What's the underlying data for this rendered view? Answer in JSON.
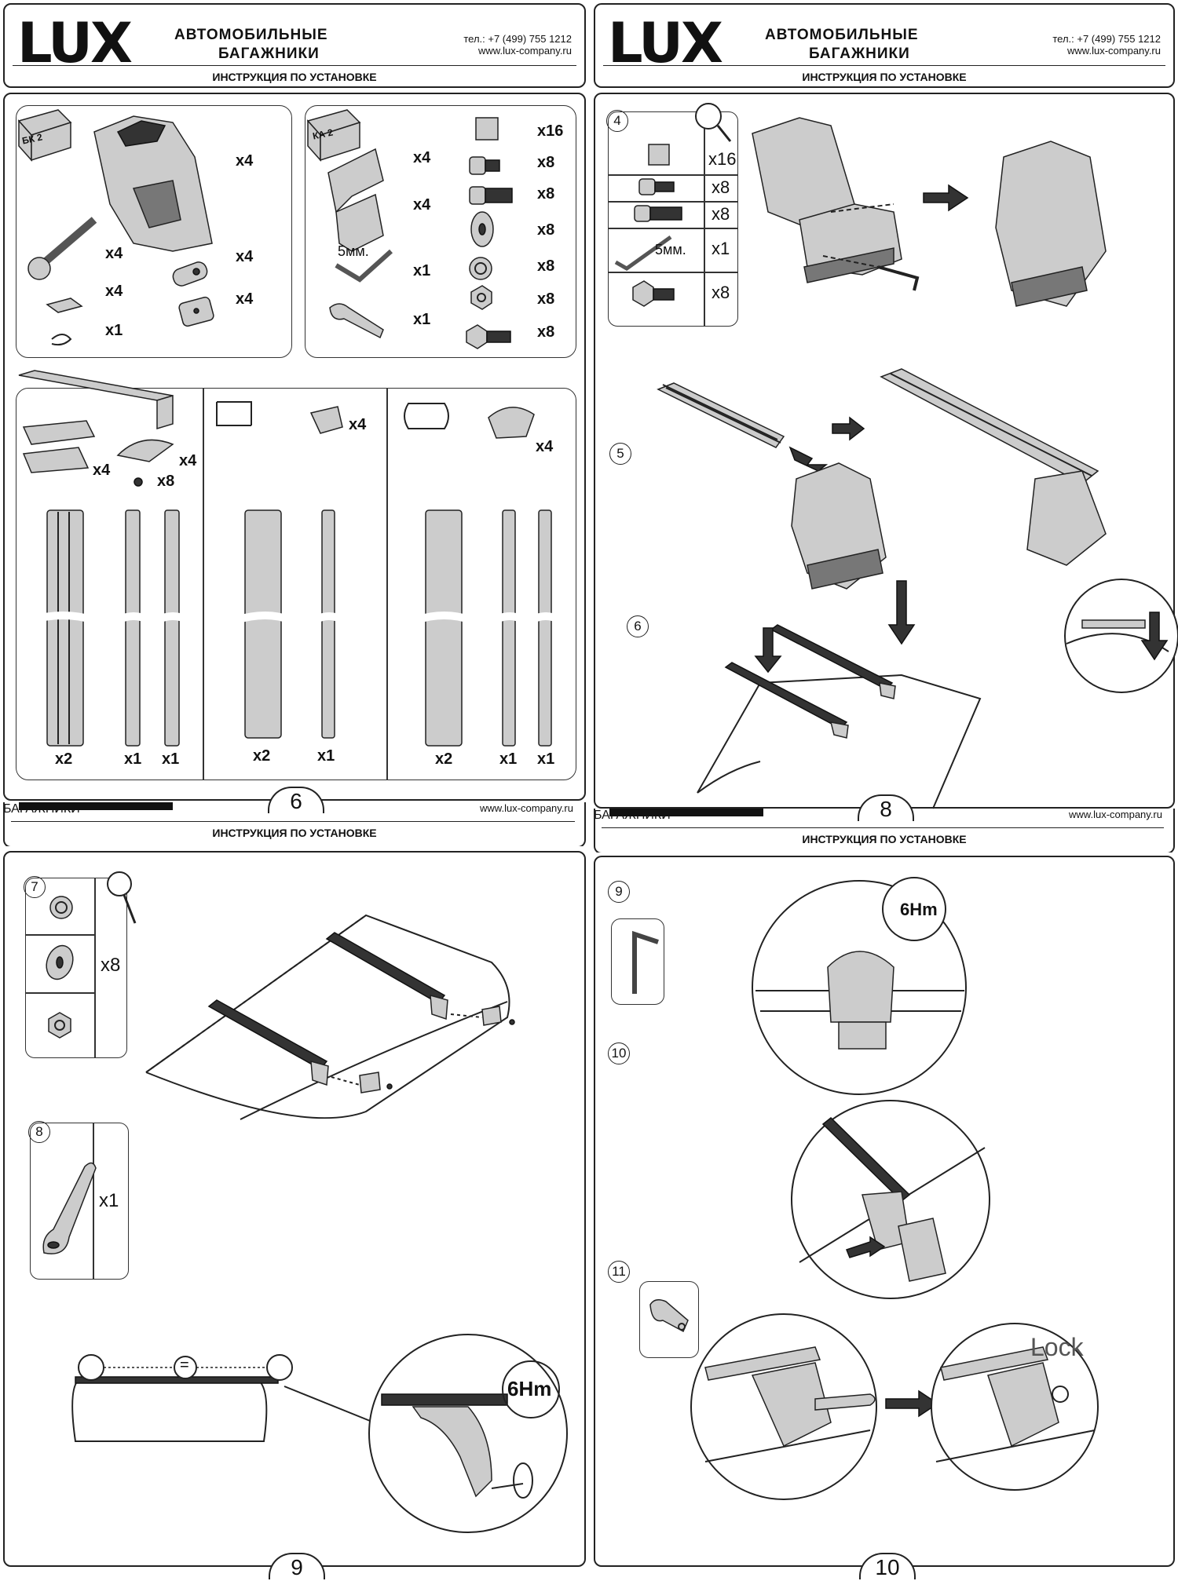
{
  "header": {
    "logo": "LUX",
    "brand_line1": "АВТОМОБИЛЬНЫЕ",
    "brand_line2": "БАГАЖНИКИ",
    "phone": "тел.: +7 (499) 755 1212",
    "website": "www.lux-company.ru",
    "title": "ИНСТРУКЦИЯ ПО УСТАНОВКЕ"
  },
  "pages": {
    "p6": {
      "page_number": "6",
      "kit1": {
        "tag": "БК 2",
        "foot_qty": "x4",
        "bolt_qty": "x4",
        "pin_qty": "x4",
        "clip_qty": "x4",
        "pad_qty": "x4",
        "tool_qty": "x1"
      },
      "kit2": {
        "tag": "КА 2",
        "bracket1_qty": "x4",
        "bracket2_qty": "x4",
        "hex_label": "5мм.",
        "hex_qty": "x1",
        "key_qty": "x1",
        "nut_qty": "x16",
        "screw1_qty": "x8",
        "screw2_qty": "x8",
        "washer_qty": "x8",
        "lockwasher_qty": "x8",
        "hexnut_qty": "x8",
        "bolt_qty": "x8"
      },
      "profile1": {
        "cap1_qty": "x4",
        "cap2_qty": "x4",
        "screw_qty": "x8",
        "bar_qty": "x2",
        "strip1_qty": "x1",
        "strip2_qty": "x1"
      },
      "profile2": {
        "cap_qty": "x4",
        "bar_qty": "x2",
        "strip_qty": "x1"
      },
      "profile3": {
        "cap_qty": "x4",
        "bar_qty": "x2",
        "strip1_qty": "x1",
        "strip2_qty": "x1"
      }
    },
    "p8": {
      "page_number": "8",
      "step4": "4",
      "step5": "5",
      "step6": "6",
      "table": [
        {
          "qty": "x16"
        },
        {
          "qty": "x8"
        },
        {
          "qty": "x8"
        },
        {
          "label": "5мм.",
          "qty": "x1"
        },
        {
          "qty": "x8"
        }
      ]
    },
    "p9": {
      "page_number": "9",
      "step7": "7",
      "step7_qty": "x8",
      "step8": "8",
      "step8_qty": "x1",
      "equal_sign": "=",
      "torque": "6Hm"
    },
    "p10": {
      "page_number": "10",
      "step9": "9",
      "step10": "10",
      "step11": "11",
      "torque": "6Hm",
      "lock": "Lock"
    }
  }
}
